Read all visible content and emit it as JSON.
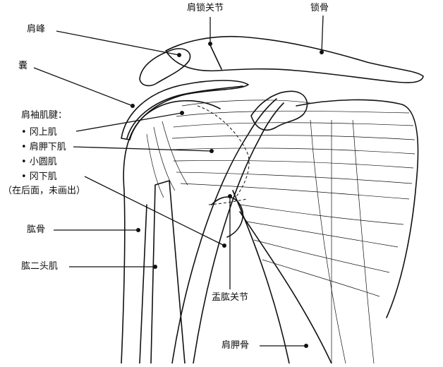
{
  "labels": {
    "acromion": "肩峰",
    "acromioclavicular_joint": "肩锁关节",
    "clavicle": "锁骨",
    "bursa": "囊",
    "rotator_cuff_tendons": "肩袖肌腱：",
    "supraspinatus": "• 冈上肌",
    "subscapularis": "• 肩胛下肌",
    "teres_minor": "• 小圆肌",
    "infraspinatus": "• 冈下肌",
    "infraspinatus_note": "（在后面，未画出）",
    "humerus": "肱骨",
    "biceps": "肱二头肌",
    "glenohumeral_joint": "盂肱关节",
    "scapula": "肩胛骨"
  },
  "colors": {
    "ink": "#111111",
    "background": "#ffffff"
  }
}
